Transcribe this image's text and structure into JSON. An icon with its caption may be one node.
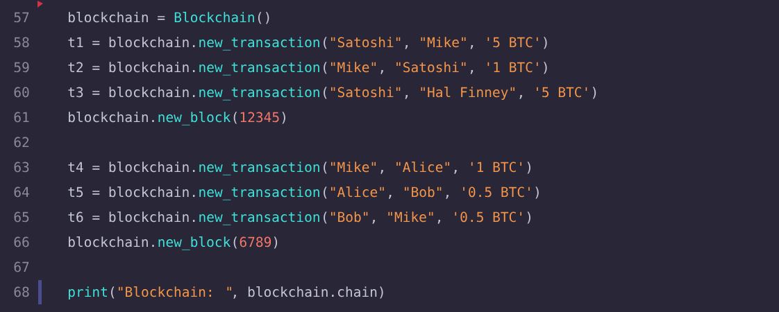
{
  "diagram": {
    "labels": [
      "57",
      "blockchain = ",
      "Blockchain",
      "()",
      "58",
      "t1 = blockchain.",
      "new_transaction",
      "(",
      "\"Satoshi\"",
      ", ",
      "\"Mike\"",
      ", ",
      "'5 BTC'",
      ")",
      "59",
      "t2 = blockchain.",
      "new_transaction",
      "(",
      "\"Mike\"",
      ", ",
      "\"Satoshi\"",
      ", ",
      "'1 BTC'",
      ")",
      "60",
      "t3 = blockchain.",
      "new_transaction",
      "(",
      "\"Satoshi\"",
      ", ",
      "\"Hal Finney\"",
      ", ",
      "'5 BTC'",
      ")",
      "61",
      "blockchain.",
      "new_block",
      "(",
      "12345",
      ")",
      "62",
      "63",
      "t4 = blockchain.",
      "new_transaction",
      "(",
      "\"Mike\"",
      ", ",
      "\"Alice\"",
      ", ",
      "'1 BTC'",
      ")",
      "64",
      "t5 = blockchain.",
      "new_transaction",
      "(",
      "\"Alice\"",
      ", ",
      "\"Bob\"",
      ", ",
      "'0.5 BTC'",
      ")",
      "65",
      "t6 = blockchain.",
      "new_transaction",
      "(",
      "\"Bob\"",
      ", ",
      "\"Mike\"",
      ", ",
      "'0.5 BTC'",
      ")",
      "66",
      "blockchain.",
      "new_block",
      "(",
      "6789",
      ")",
      "67",
      "68",
      "print",
      "(",
      "\"Blockchain: \"",
      ", blockchain.chain)"
    ]
  }
}
